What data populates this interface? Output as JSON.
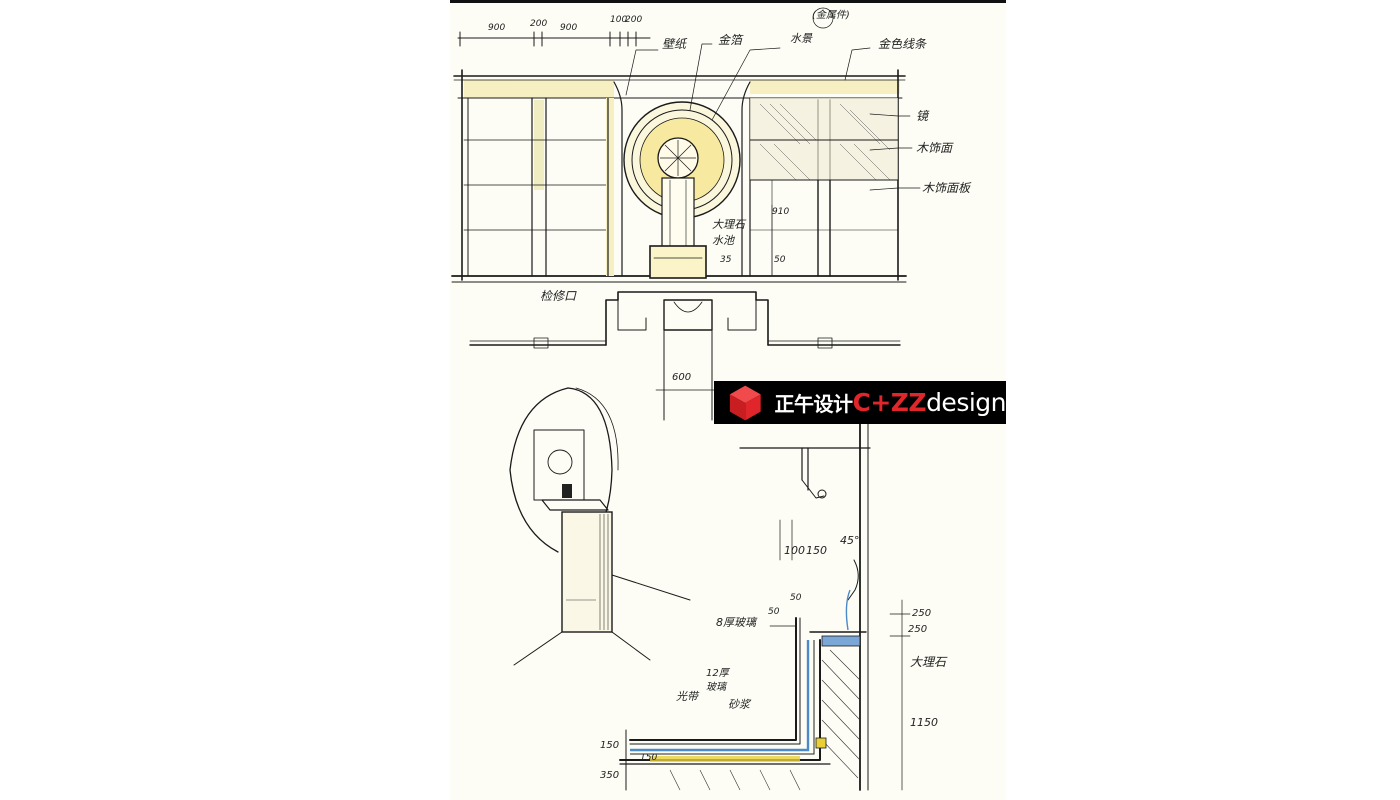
{
  "logo": {
    "chinese": "正午设计",
    "latin_accent": "C+ZZ",
    "latin_rest": "design",
    "cube_color": "#e0262a"
  },
  "annotations": {
    "top_dims": [
      "900",
      "200",
      "900",
      "100",
      "200"
    ],
    "wallpaper": "壁纸",
    "gold_leaf": "金箔",
    "sconce_a": "(金属件)",
    "sconce_b": "水景",
    "ceiling_trim": "金色线条",
    "mirror": "镜",
    "wood_a": "木饰面",
    "wood_b": "木饰面板",
    "marble": "大理石",
    "basin_label": "水池",
    "dim_910": "910",
    "dim_50": "50",
    "dim_35": "35",
    "dim_600": "600",
    "left_note": "检修口",
    "dim_100": "100",
    "dim_150": "150",
    "dim_45": "45°",
    "dim_50b": "50",
    "dim_50c": "50",
    "glass": "8厚玻璃",
    "dim_250": "250",
    "dim_250b": "250",
    "marble_b": "大理石",
    "floor_a": "光带",
    "floor_b": "12厚",
    "floor_c": "玻璃",
    "floor_d": "砂浆",
    "dim_1150": "1150",
    "dim_150b": "150",
    "dim_150c": "150",
    "dim_350": "350"
  }
}
